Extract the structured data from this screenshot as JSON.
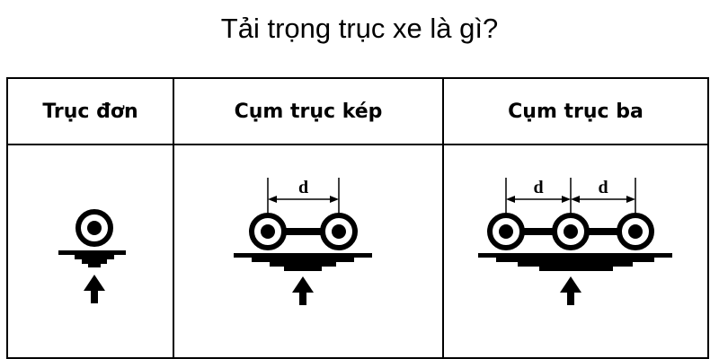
{
  "title": "Tải trọng trục xe là gì?",
  "columns": [
    {
      "header": "Trục đơn",
      "axle_count": 1
    },
    {
      "header": "Cụm trục kép",
      "axle_count": 2,
      "spacing_label": "d"
    },
    {
      "header": "Cụm trục ba",
      "axle_count": 3,
      "spacing_label": "d"
    }
  ],
  "colors": {
    "ink": "#000000",
    "background": "#ffffff"
  }
}
